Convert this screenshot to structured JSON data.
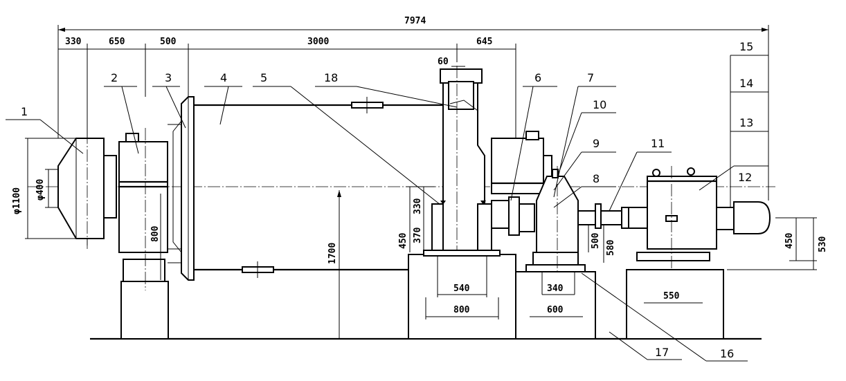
{
  "dimensions": {
    "overall_length": "7974",
    "top_segments": [
      "330",
      "650",
      "500",
      "3000",
      "645"
    ],
    "top_small": "60",
    "feed_outer_dia": "φ1100",
    "feed_inner_dia": "φ400",
    "bearing_support_height": "800",
    "shaft_center_height": "1700",
    "bearing_left_330": "330",
    "bearing_left_370": "370",
    "bearing_left_450": "450",
    "pinion_500": "500",
    "pinion_580": "580",
    "reducer_450": "450",
    "reducer_530": "530",
    "foundation_540": "540",
    "foundation_800": "800",
    "foundation_340": "340",
    "foundation_600": "600",
    "foundation_550": "550"
  },
  "part_numbers": [
    "1",
    "2",
    "3",
    "4",
    "5",
    "6",
    "7",
    "8",
    "9",
    "10",
    "11",
    "12",
    "13",
    "14",
    "15",
    "16",
    "17",
    "18"
  ]
}
